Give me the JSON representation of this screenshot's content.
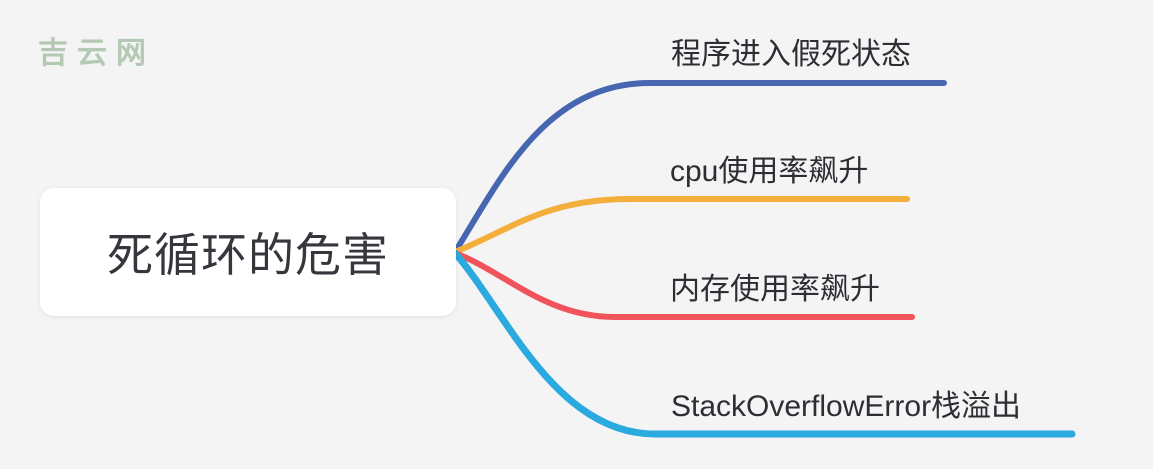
{
  "app": {
    "background_color": "#f4f4f5"
  },
  "watermark": {
    "text": "吉云网",
    "color": "#b3c9b4"
  },
  "mindmap": {
    "root": {
      "label": "死循环的危害",
      "bg_color": "#ffffff",
      "text_color": "#35373c"
    },
    "branches": [
      {
        "label": "程序进入假死状态",
        "color": "#4766b1"
      },
      {
        "label": "cpu使用率飙升",
        "color": "#f4ae3c"
      },
      {
        "label": "内存使用率飙升",
        "color": "#f1535a"
      },
      {
        "label": "StackOverflowError栈溢出",
        "color": "#2aaade"
      }
    ]
  }
}
